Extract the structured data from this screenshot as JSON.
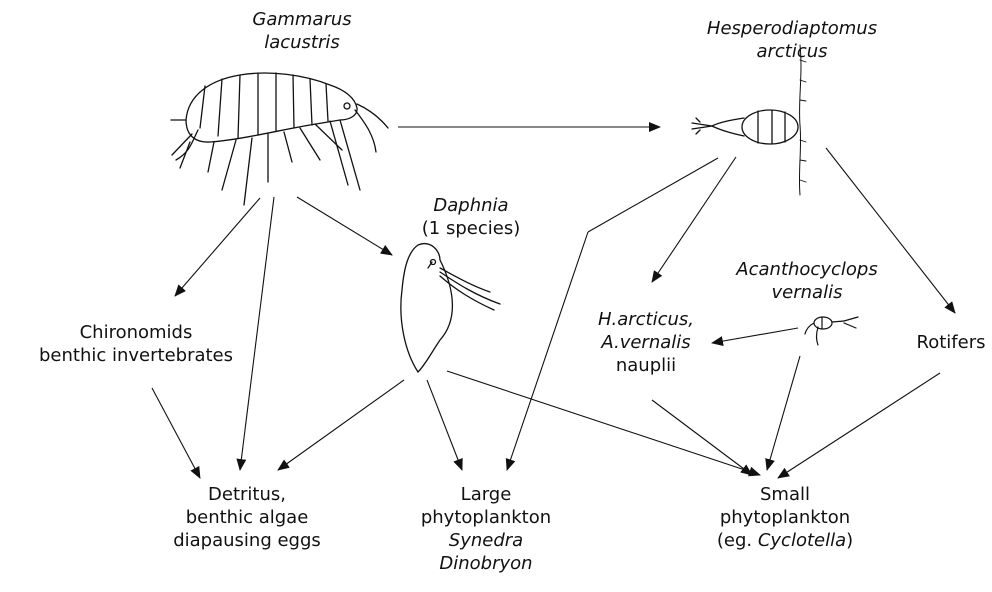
{
  "nodes": {
    "gammarus": {
      "lines": [
        {
          "text": "Gammarus",
          "italic": true
        },
        {
          "text": "lacustris",
          "italic": true
        }
      ]
    },
    "hesperodiaptomus": {
      "lines": [
        {
          "text": "Hesperodiaptomus",
          "italic": true
        },
        {
          "text": "arcticus",
          "italic": true
        }
      ]
    },
    "daphnia": {
      "lines": [
        {
          "text": "Daphnia",
          "italic": true
        },
        {
          "text": "(1 species)",
          "italic": false
        }
      ]
    },
    "acanthocyclops": {
      "lines": [
        {
          "text": "Acanthocyclops",
          "italic": true
        },
        {
          "text": "vernalis",
          "italic": true
        }
      ]
    },
    "chironomids": {
      "lines": [
        {
          "text": "Chironomids",
          "italic": false
        },
        {
          "text": "benthic invertebrates",
          "italic": false
        }
      ]
    },
    "nauplii": {
      "lines": [
        {
          "text": "H.arcticus,",
          "italic": true
        },
        {
          "text": "A.vernalis",
          "italic": true
        },
        {
          "text": "nauplii",
          "italic": false
        }
      ]
    },
    "rotifers": {
      "lines": [
        {
          "text": "Rotifers",
          "italic": false
        }
      ]
    },
    "detritus": {
      "lines": [
        {
          "text": "Detritus,",
          "italic": false
        },
        {
          "text": "benthic algae",
          "italic": false
        },
        {
          "text": "diapausing eggs",
          "italic": false
        }
      ]
    },
    "large_phyto": {
      "lines": [
        {
          "text": "Large",
          "italic": false
        },
        {
          "text": "phytoplankton",
          "italic": false
        },
        {
          "text": "Synedra",
          "italic": true
        },
        {
          "text": "Dinobryon",
          "italic": true
        }
      ]
    },
    "small_phyto": {
      "lines": [
        {
          "text": "Small",
          "italic": false
        },
        {
          "text": "phytoplankton",
          "italic": false
        },
        {
          "text": "(eg. Cyclotella)",
          "italic": false,
          "italic_part": "Cyclotella"
        }
      ]
    }
  },
  "edges": [
    [
      "gammarus",
      "hesperodiaptomus"
    ],
    [
      "gammarus",
      "chironomids"
    ],
    [
      "gammarus",
      "detritus"
    ],
    [
      "gammarus",
      "daphnia"
    ],
    [
      "hesperodiaptomus",
      "large_phyto"
    ],
    [
      "hesperodiaptomus",
      "nauplii"
    ],
    [
      "hesperodiaptomus",
      "rotifers"
    ],
    [
      "daphnia",
      "detritus"
    ],
    [
      "daphnia",
      "large_phyto"
    ],
    [
      "daphnia",
      "small_phyto"
    ],
    [
      "acanthocyclops",
      "nauplii"
    ],
    [
      "acanthocyclops",
      "small_phyto"
    ],
    [
      "chironomids",
      "detritus"
    ],
    [
      "nauplii",
      "small_phyto"
    ],
    [
      "rotifers",
      "small_phyto"
    ]
  ],
  "colors": {
    "ink": "#111111",
    "background": "#ffffff"
  },
  "icons": [
    "amphipod-icon",
    "copepod-icon",
    "daphnia-icon",
    "cyclopoid-icon"
  ]
}
